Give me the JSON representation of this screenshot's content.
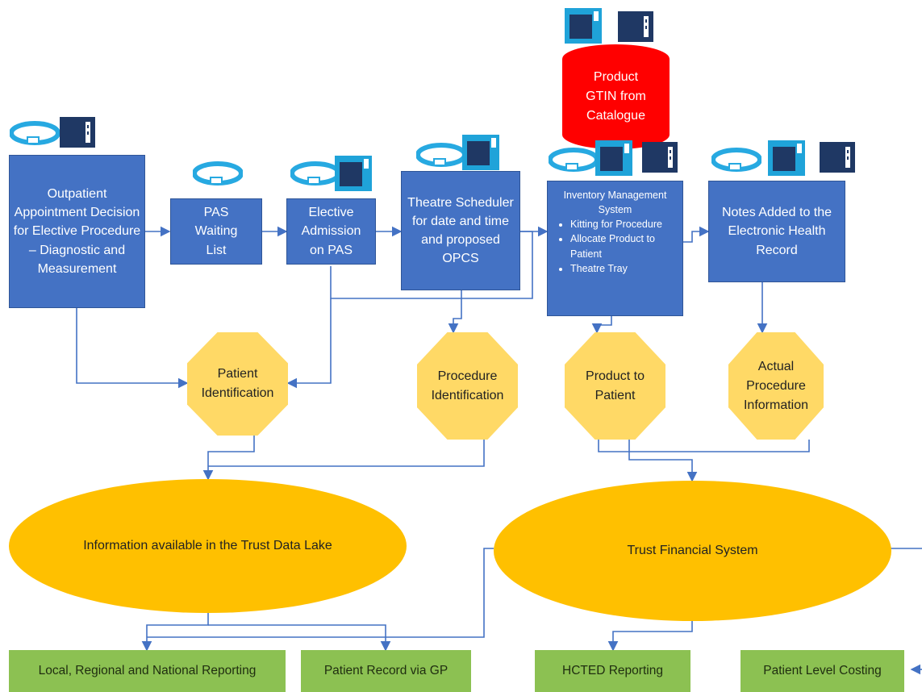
{
  "database": {
    "label": "Product GTIN from Catalogue",
    "color": "#ff0000"
  },
  "process_boxes": {
    "outpatient": "Outpatient Appointment Decision for Elective Procedure – Diagnostic and Measurement",
    "pas_waiting": "PAS Waiting List",
    "elective_admission": "Elective Admission on PAS",
    "theatre_scheduler": "Theatre Scheduler for date and time and proposed OPCS",
    "inventory": {
      "title": "Inventory Management System",
      "items": [
        "Kitting for Procedure",
        "Allocate Product to Patient",
        "Theatre Tray"
      ]
    },
    "notes": "Notes Added to the Electronic Health Record"
  },
  "identifiers": {
    "patient": "Patient Identification",
    "procedure": "Procedure Identification",
    "product": "Product to Patient",
    "actual": "Actual Procedure Information"
  },
  "systems": {
    "data_lake": "Information available in the Trust Data Lake",
    "financial": "Trust Financial System"
  },
  "outputs": {
    "reporting": "Local, Regional and National Reporting",
    "gp": "Patient Record via GP",
    "hcted": "HCTED Reporting",
    "costing": "Patient Level Costing"
  },
  "icons": [
    "wristband-icon",
    "barcode-scanner-icon",
    "product-box-icon"
  ],
  "colors": {
    "process": "#4472c4",
    "identifier": "#ffd966",
    "system": "#ffc000",
    "output": "#8cc152",
    "connector": "#4472c4"
  }
}
